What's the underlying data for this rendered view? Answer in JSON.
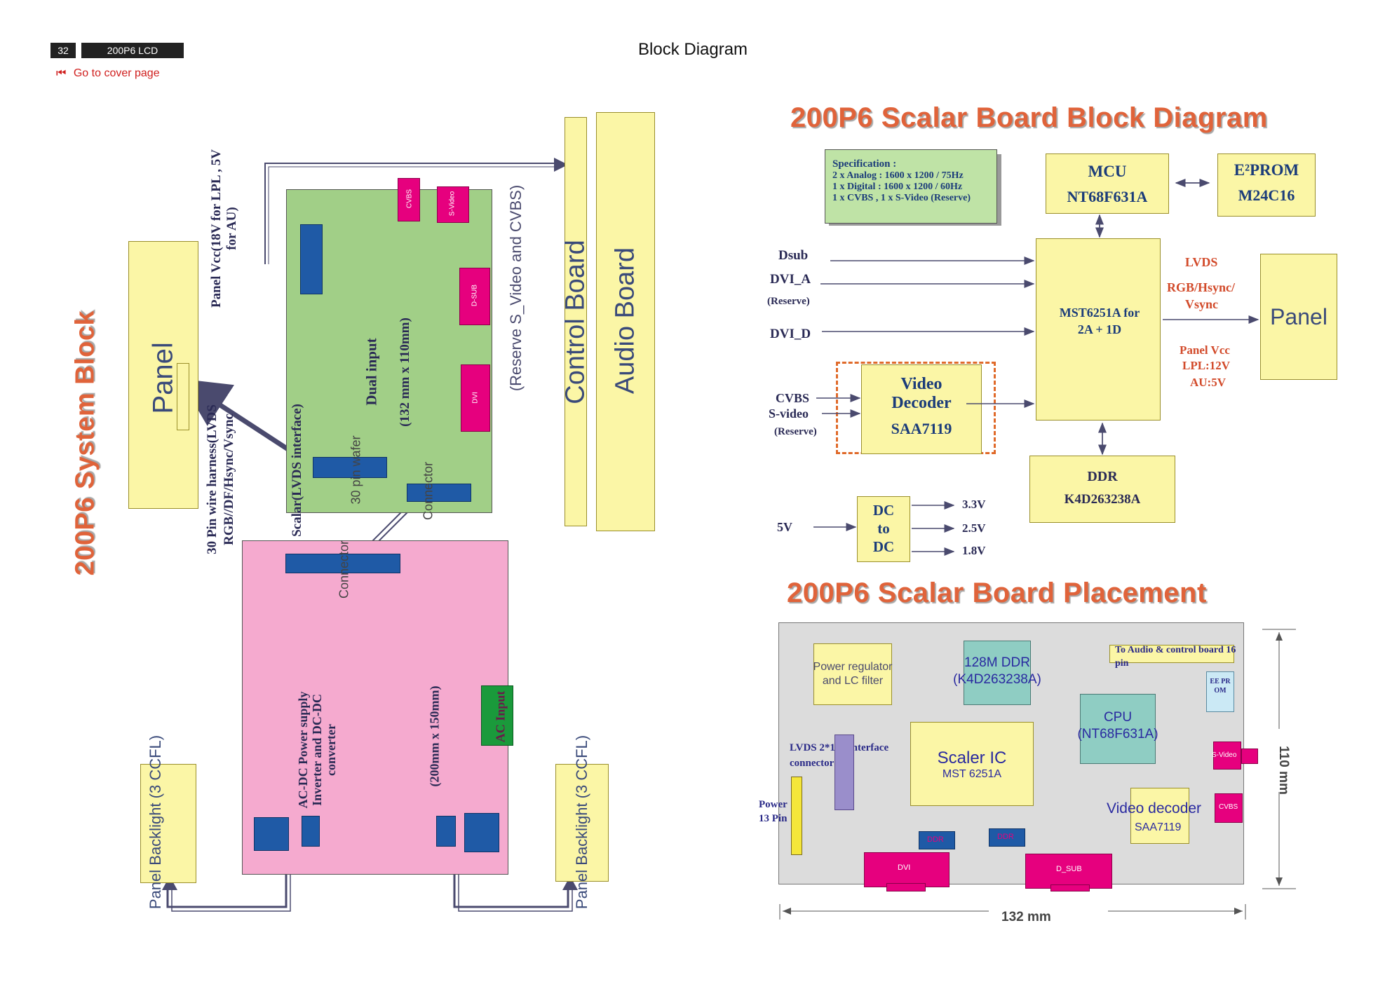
{
  "header": {
    "page_number": "32",
    "model": "200P6 LCD",
    "page_title": "Block Diagram",
    "cover_link": "Go to cover page"
  },
  "system_block": {
    "title": "200P6 System Block",
    "panel": "Panel",
    "panel_vcc": "Panel Vcc(18V for LPL , 5V for AU)",
    "wire_harness": "30 Pin wire harness(LVDS RGB//DF/Hsync/Vsync",
    "scalar_interface": "Scalar(LVDS interface)",
    "wafer": "30 pin wafer",
    "dual_input": "Dual input",
    "board_size": "(132 mm x 110mm)",
    "connector": "Connector",
    "reserve_note": "(Reserve S_Video and CVBS)",
    "control_board": "Control Board",
    "audio_board": "Audio Board",
    "power_supply": "AC-DC Power supply Inverter and DC-DC converter",
    "power_size": "(200mm x 150mm)",
    "ac_input": "AC Input",
    "backlight": "Panel Backlight (3 CCFL)",
    "dsub": "D-SUB",
    "dvi": "DVI",
    "cvbs": "CVBS",
    "svideo": "S-Video"
  },
  "scalar_diagram": {
    "title": "200P6 Scalar Board Block Diagram",
    "spec_title": "Specification :",
    "spec_lines": [
      "2 x Analog : 1600 x 1200 / 75Hz",
      "1 x Digital : 1600 x 1200 / 60Hz",
      "1 x CVBS , 1 x S-Video (Reserve)"
    ],
    "mcu_label": "MCU",
    "mcu_part": "NT68F631A",
    "eeprom_label": "E²PROM",
    "eeprom_part": "M24C16",
    "inputs": [
      "Dsub",
      "DVI_A",
      "(Reserve)",
      "DVI_D"
    ],
    "scaler_label": "MST6251A for 2A + 1D",
    "lvds_lines": [
      "LVDS",
      "RGB/Hsync/",
      "Vsync"
    ],
    "panel": "Panel",
    "panel_vcc_lines": [
      "Panel Vcc",
      "LPL:12V",
      "AU:5V"
    ],
    "cvbs": "CVBS",
    "svideo": "S-video",
    "reserve": "(Reserve)",
    "video_decoder_lines": [
      "Video",
      "Decoder",
      "SAA7119"
    ],
    "ddr_label": "DDR",
    "ddr_part": "K4D263238A",
    "dcdc_lines": [
      "DC",
      "to",
      "DC"
    ],
    "vin": "5V",
    "vouts": [
      "3.3V",
      "2.5V",
      "1.8V"
    ]
  },
  "placement": {
    "title": "200P6 Scalar Board Placement",
    "power_reg": "Power regulator and LC filter",
    "ddr": "128M DDR (K4D263238A)",
    "audio_ctrl": "To Audio & control board 16 pin",
    "eeprom": "EE PR OM",
    "lvds": "LVDS 2*15P interface connector",
    "scaler_ic": "Scaler IC",
    "scaler_part": "MST 6251A",
    "cpu": "CPU (NT68F631A)",
    "power_13": "Power 13 Pin",
    "video_decoder": "Video decoder",
    "video_part": "SAA7119",
    "ddr_small": "DDR",
    "dvi": "DVI",
    "dsub": "D_SUB",
    "svideo": "S-Video",
    "cvbs": "CVBS",
    "width_dim": "132 mm",
    "height_dim": "110 mm"
  }
}
